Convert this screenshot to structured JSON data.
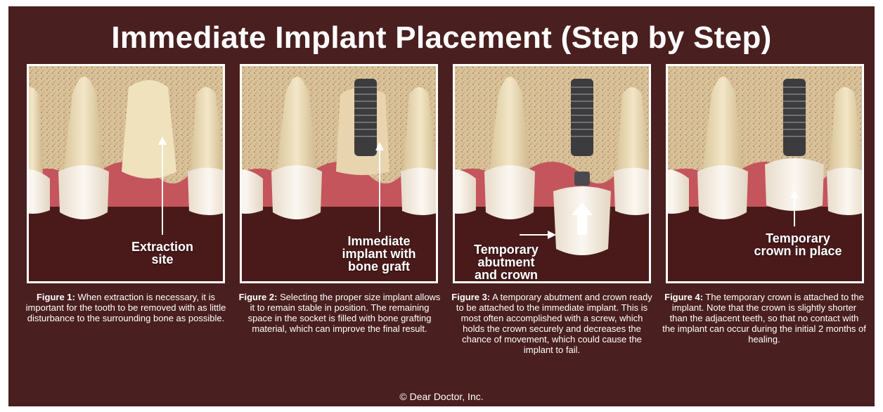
{
  "title": "Immediate Implant Placement (Step by Step)",
  "panels": [
    {
      "label_lines": [
        "Extraction",
        "site"
      ],
      "caption_lead": "Figure 1:",
      "caption_text": "When extraction is necessary, it is important for the tooth to be removed with as little disturbance to the surrounding bone as possible."
    },
    {
      "label_lines": [
        "Immediate",
        "implant with",
        "bone graft"
      ],
      "caption_lead": "Figure 2:",
      "caption_text": "Selecting the proper size implant allows it to remain stable in position. The remaining space in the socket is filled with bone grafting material, which can improve the final result."
    },
    {
      "label_lines": [
        "Temporary",
        "abutment",
        "and crown"
      ],
      "caption_lead": "Figure 3:",
      "caption_text": "A temporary abutment and crown ready to be attached to the immediate implant. This is most often accomplished with a screw, which holds the crown securely and decreases the chance of movement, which could cause the implant to fail."
    },
    {
      "label_lines": [
        "Temporary",
        "crown in place"
      ],
      "caption_lead": "Figure 4:",
      "caption_text": "The temporary crown is attached to the implant. Note that the crown is slightly shorter than the adjacent teeth, so that no contact with the implant can occur during the initial 2 months of healing."
    }
  ],
  "credit": "© Dear Doctor, Inc.",
  "colors": {
    "background": "#4a1f1f",
    "bone": "#e2cfa8",
    "gum": "#c4555c",
    "tooth": "#f6efe6",
    "implant": "#3c3c3e",
    "text": "#ffffff"
  }
}
